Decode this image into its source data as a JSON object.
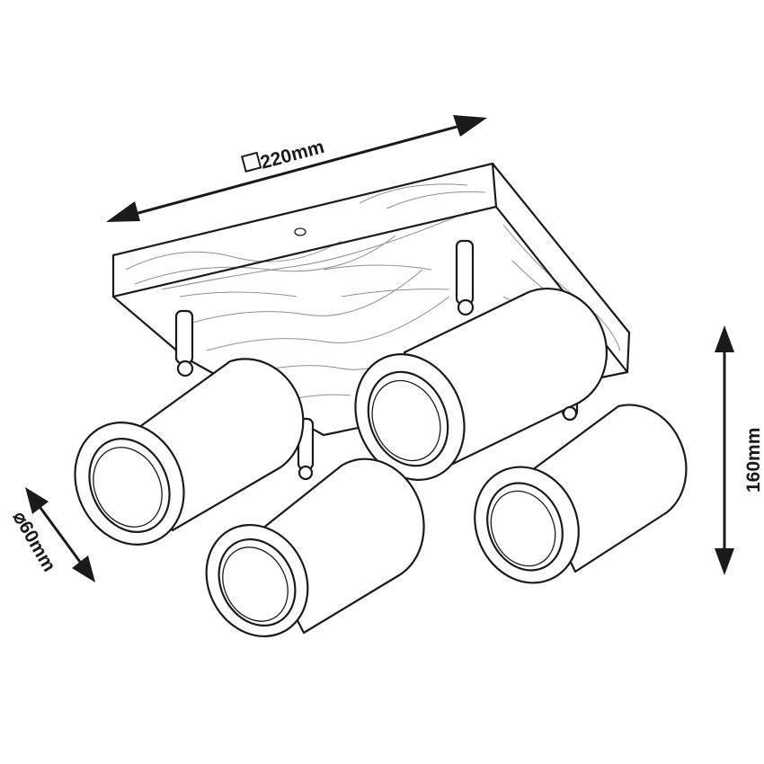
{
  "dimensions": {
    "width_label": "220mm",
    "height_label": "160mm",
    "diameter_label": "60mm",
    "square_symbol": "□",
    "diameter_symbol": "⌀"
  },
  "colors": {
    "line": "#1a1a1a",
    "background": "#ffffff"
  }
}
